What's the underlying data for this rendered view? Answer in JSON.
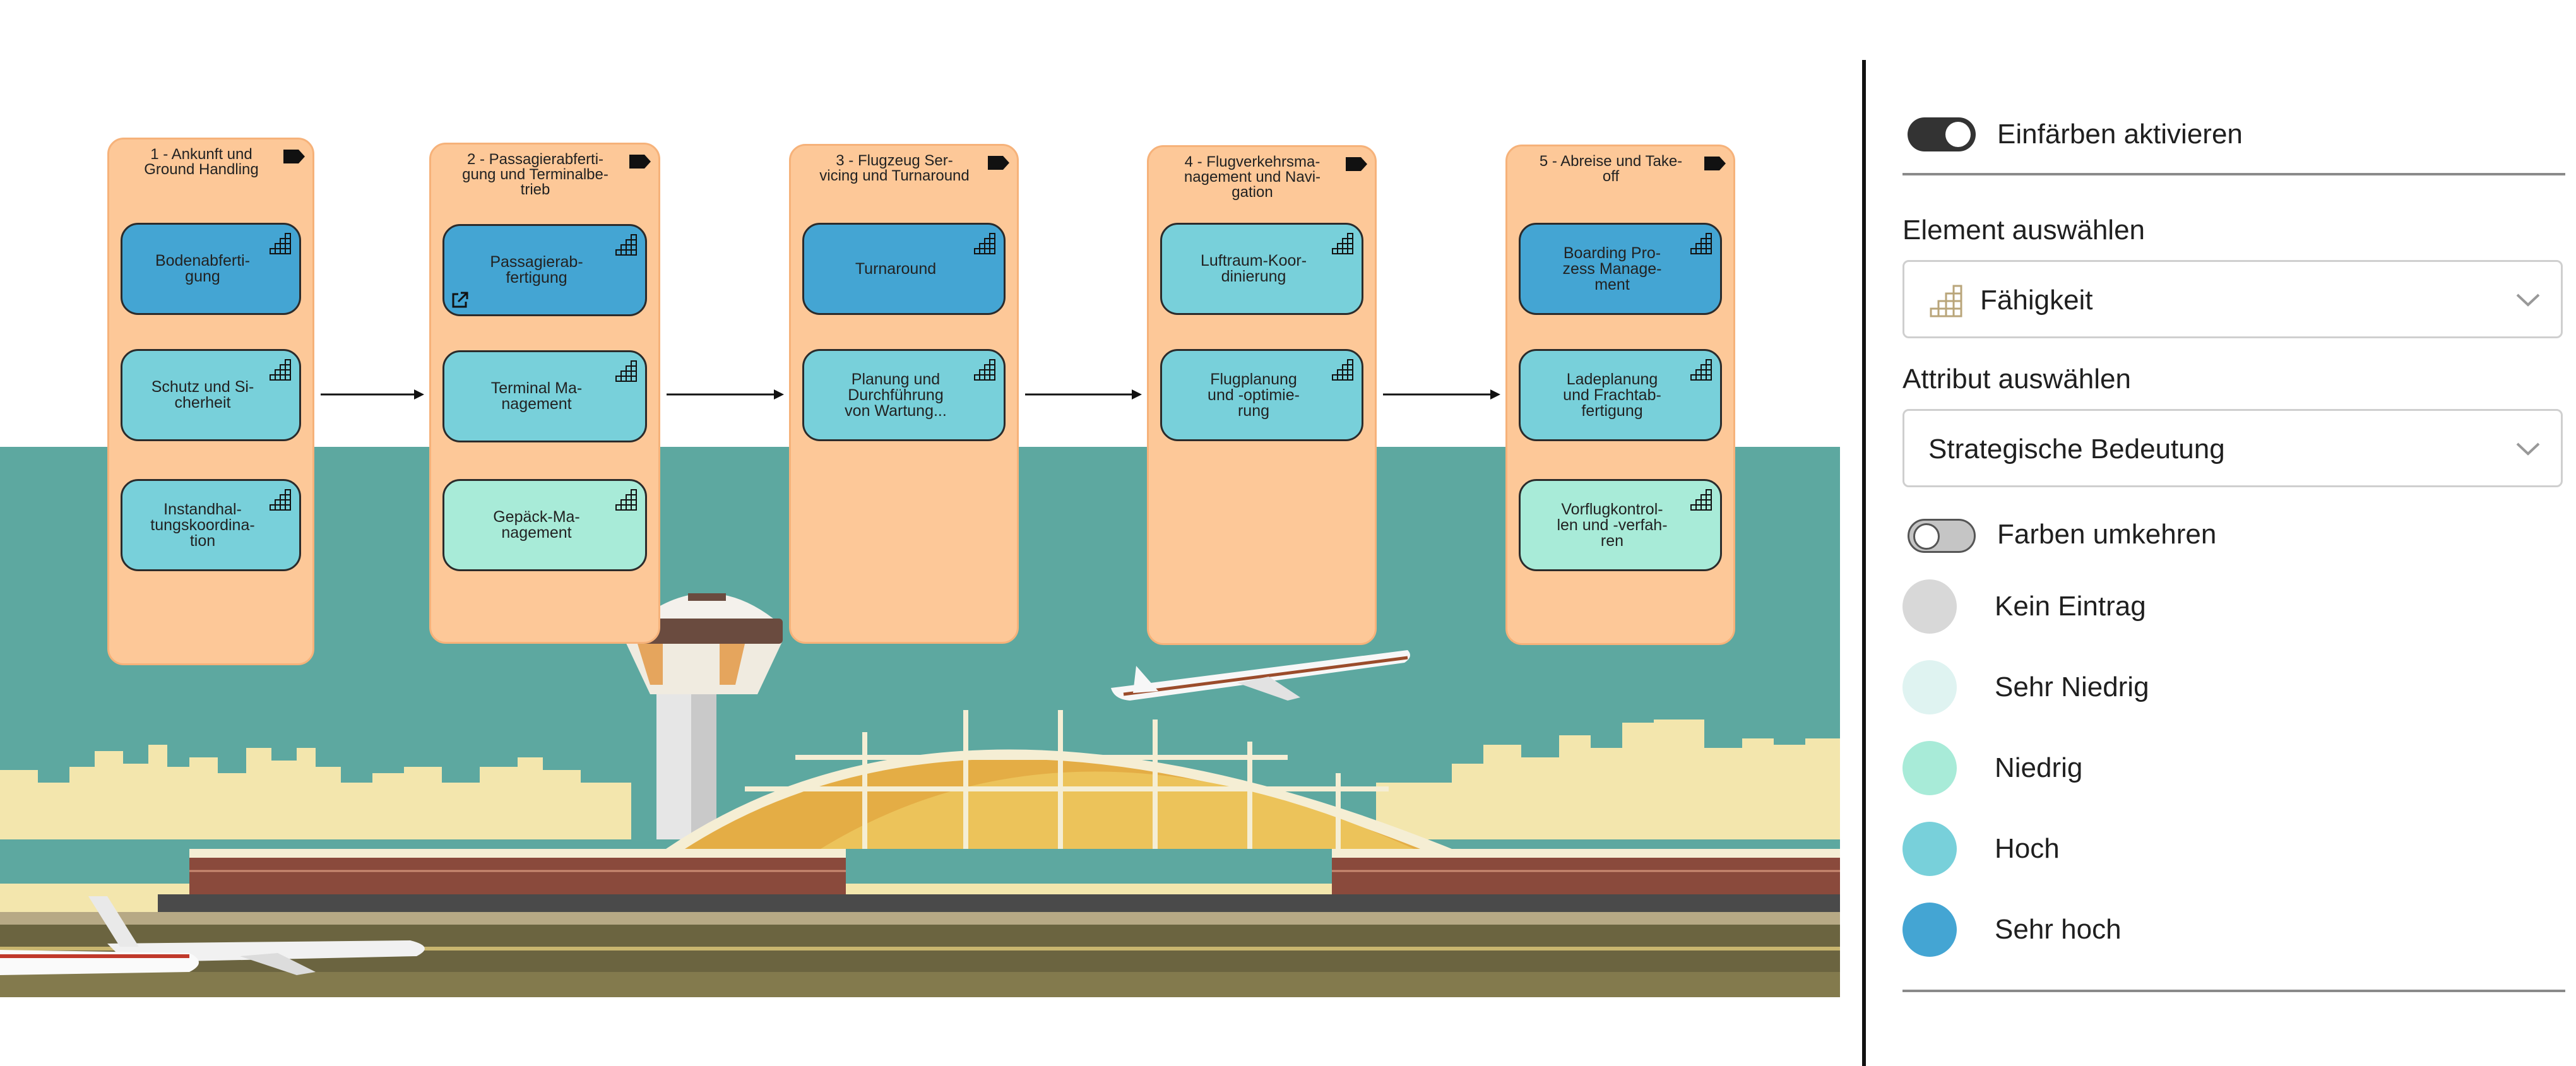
{
  "stages": [
    {
      "title": "1 - Ankunft und\nGround Handling",
      "capabilities": [
        {
          "label": "Bodenabferti-\ngung",
          "level": "sehr_hoch"
        },
        {
          "label": "Schutz und Si-\ncherheit",
          "level": "hoch"
        },
        {
          "label": "Instandhal-\ntungskoordina-\ntion",
          "level": "hoch"
        }
      ]
    },
    {
      "title": "2 - Passagierabferti-\ngung und Terminalbe-\ntrieb",
      "capabilities": [
        {
          "label": "Passagierab-\nfertigung",
          "level": "sehr_hoch",
          "has_link": true
        },
        {
          "label": "Terminal Ma-\nnagement",
          "level": "hoch"
        },
        {
          "label": "Gepäck-Ma-\nnagement",
          "level": "niedrig"
        }
      ]
    },
    {
      "title": "3 - Flugzeug Ser-\nvicing und Turnaround",
      "capabilities": [
        {
          "label": "Turnaround",
          "level": "sehr_hoch"
        },
        {
          "label": "Planung und\nDurchführung\nvon Wartung...",
          "level": "hoch"
        }
      ]
    },
    {
      "title": "4 - Flugverkehrsma-\nnagement und Navi-\ngation",
      "capabilities": [
        {
          "label": "Luftraum-Koor-\ndinierung",
          "level": "hoch"
        },
        {
          "label": "Flugplanung\nund -optimie-\nrung",
          "level": "hoch"
        }
      ]
    },
    {
      "title": "5 - Abreise und Take-\noff",
      "capabilities": [
        {
          "label": "Boarding Pro-\nzess Manage-\nment",
          "level": "sehr_hoch"
        },
        {
          "label": "Ladeplanung\nund Frachtab-\nfertigung",
          "level": "hoch"
        },
        {
          "label": "Vorflugkontrol-\nlen und -verfah-\nren",
          "level": "niedrig"
        }
      ]
    }
  ],
  "panel": {
    "colorize_toggle": {
      "label": "Einfärben aktivieren",
      "on": true
    },
    "element_section_label": "Element auswählen",
    "element_select": {
      "value": "Fähigkeit",
      "icon": "capability-icon"
    },
    "attribute_section_label": "Attribut auswählen",
    "attribute_select": {
      "value": "Strategische Bedeutung"
    },
    "invert_toggle": {
      "label": "Farben umkehren",
      "on": false
    },
    "legend": [
      {
        "key": "kein_eintrag",
        "label": "Kein Eintrag",
        "color": "#d8d8d8"
      },
      {
        "key": "sehr_niedrig",
        "label": "Sehr Niedrig",
        "color": "#dff3f1"
      },
      {
        "key": "niedrig",
        "label": "Niedrig",
        "color": "#a8ebd8"
      },
      {
        "key": "hoch",
        "label": "Hoch",
        "color": "#78d0da"
      },
      {
        "key": "sehr_hoch",
        "label": "Sehr hoch",
        "color": "#44a5d3"
      }
    ]
  },
  "colors": {
    "stage_fill": "#fdc898",
    "sky": "#5da8a0",
    "skyline": "#f3e6ad",
    "terminal_roof": "#e4ad45"
  }
}
